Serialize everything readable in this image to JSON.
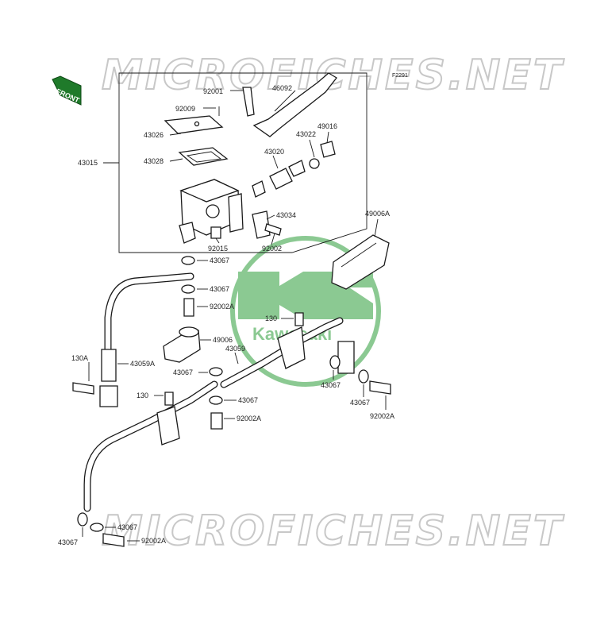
{
  "watermark": {
    "text": "MICROFICHES.NET"
  },
  "diagram": {
    "code": "F2291",
    "front_label": "FRONT",
    "brand_logo": {
      "text": "Kawasaki",
      "color": "#2e9d3a"
    }
  },
  "colors": {
    "part_stroke": "#1a1a1a",
    "watermark_stroke": "#c8c8c8",
    "logo": "#2e9d3a"
  },
  "labels": {
    "l_92001": "92001",
    "l_46092": "46092",
    "l_92009": "92009",
    "l_43026": "43026",
    "l_43020": "43020",
    "l_43022": "43022",
    "l_49016": "49016",
    "l_43015": "43015",
    "l_43028": "43028",
    "l_43034": "43034",
    "l_92015": "92015",
    "l_92002": "92002",
    "l_49006A": "49006A",
    "l_43067a": "43067",
    "l_43067b": "43067",
    "l_92002A_a": "92002A",
    "l_130_top": "130",
    "l_49006": "49006",
    "l_43059": "43059",
    "l_130A": "130A",
    "l_43059A": "43059A",
    "l_43067c": "43067",
    "l_43067d": "43067",
    "l_130_mid": "130",
    "l_43067e": "43067",
    "l_43067f": "43067",
    "l_92002A_b": "92002A",
    "l_92002A_c": "92002A",
    "l_43067g": "43067",
    "l_43067h": "43067",
    "l_92002A_d": "92002A"
  }
}
